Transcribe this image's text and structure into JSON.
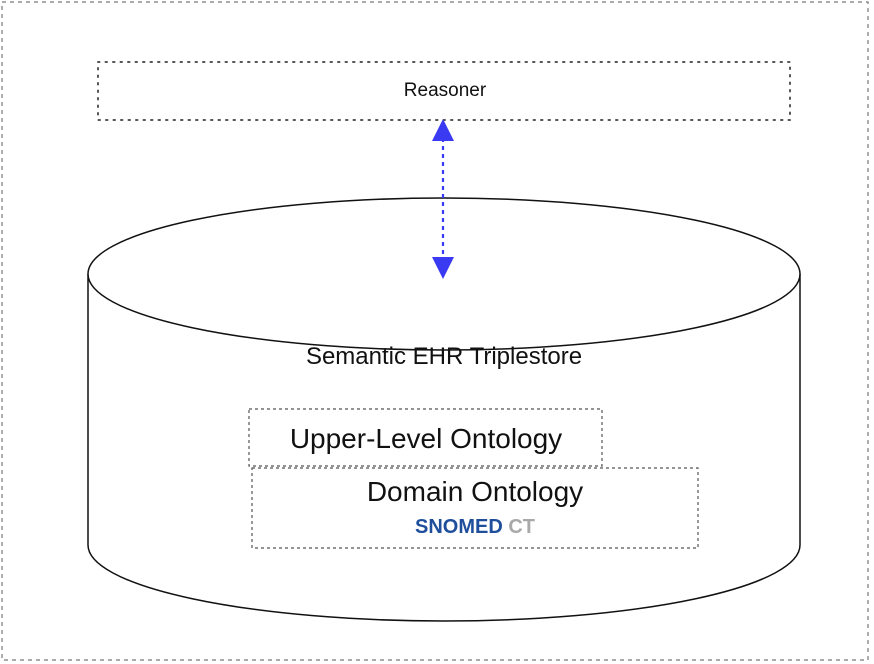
{
  "diagram": {
    "reasoner_label": "Reasoner",
    "triplestore_label": "Semantic EHR Triplestore",
    "upper_ontology_label": "Upper-Level Ontology",
    "domain_ontology_label": "Domain Ontology",
    "snomed_brand": "SNOMED",
    "snomed_suffix": "CT"
  },
  "colors": {
    "arrow": "#3a3af2",
    "snomed": "#1f4f9c",
    "ct": "#a9a9a9",
    "outline": "#111111",
    "dashed_border": "#777777"
  },
  "edges": [
    {
      "from": "reasoner",
      "to": "triplestore",
      "style": "dashed",
      "direction": "bidirectional"
    }
  ]
}
